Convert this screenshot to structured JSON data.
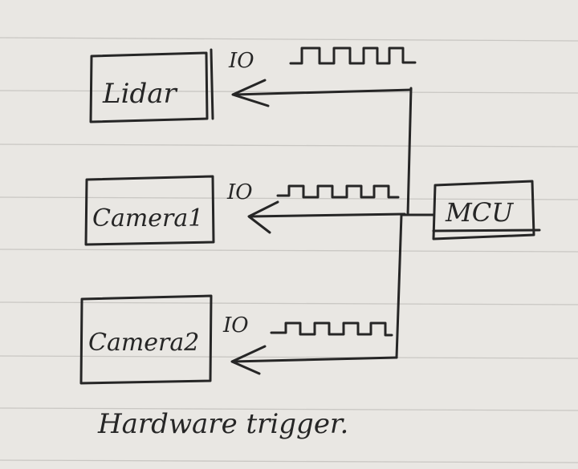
{
  "paper": {
    "background": "#e9e7e3",
    "ruling_color": "#c9c7c3",
    "ink_color": "#262626"
  },
  "blocks": {
    "lidar": "Lidar",
    "camera1": "Camera1",
    "camera2": "Camera2",
    "mcu": "MCU"
  },
  "signals": {
    "io_lidar": "IO",
    "io_camera1": "IO",
    "io_camera2": "IO"
  },
  "caption": "Hardware trigger."
}
